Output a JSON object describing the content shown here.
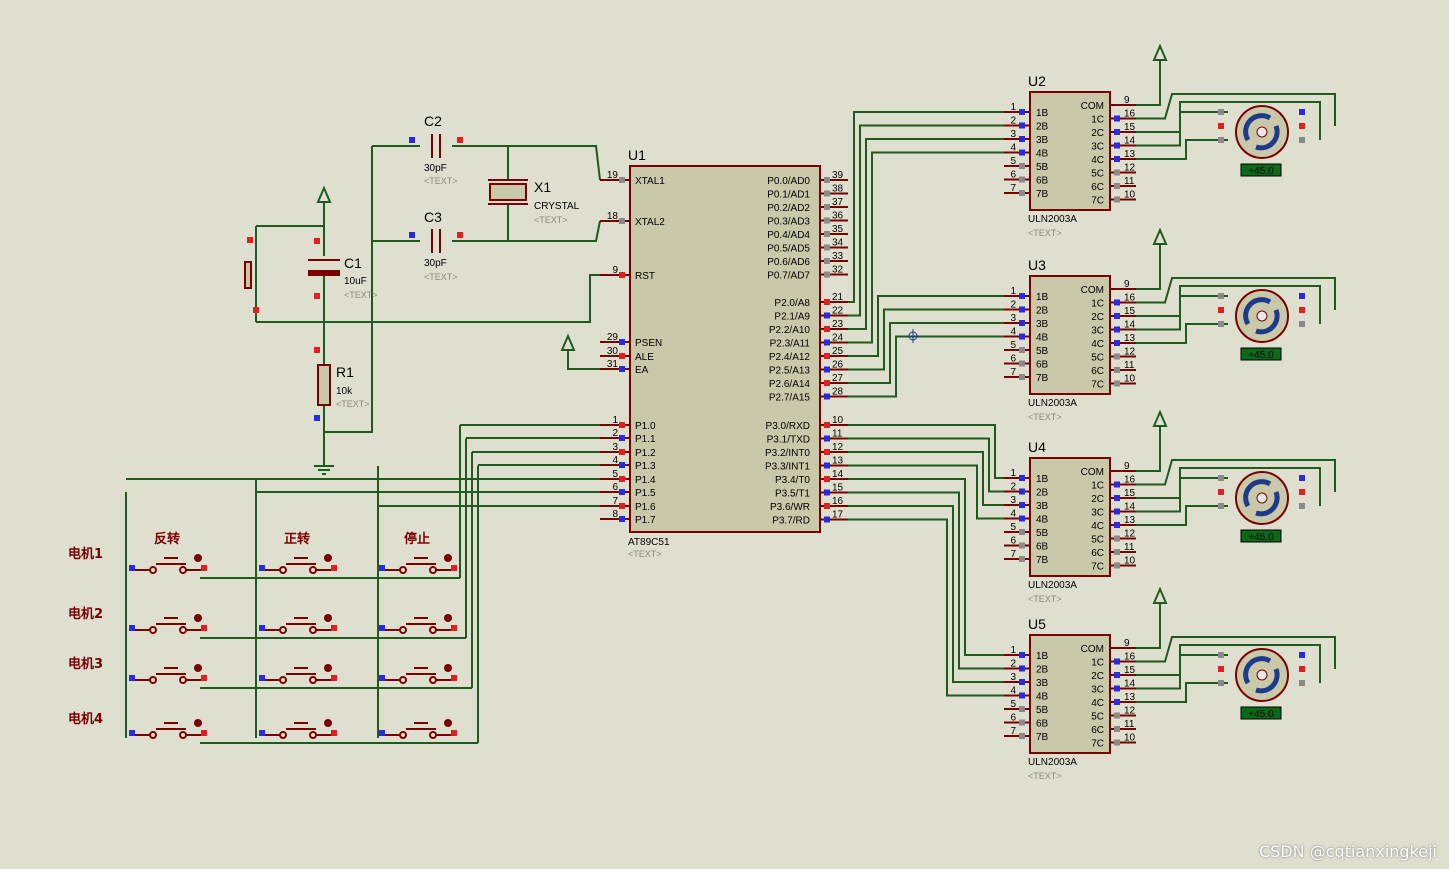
{
  "mcu": {
    "ref": "U1",
    "part": "AT89C51",
    "text": "<TEXT>",
    "left_pins": [
      {
        "num": "19",
        "name": "XTAL1"
      },
      {
        "num": "18",
        "name": "XTAL2"
      },
      {
        "num": "9",
        "name": "RST"
      },
      {
        "num": "29",
        "name": "PSEN"
      },
      {
        "num": "30",
        "name": "ALE"
      },
      {
        "num": "31",
        "name": "EA"
      },
      {
        "num": "1",
        "name": "P1.0"
      },
      {
        "num": "2",
        "name": "P1.1"
      },
      {
        "num": "3",
        "name": "P1.2"
      },
      {
        "num": "4",
        "name": "P1.3"
      },
      {
        "num": "5",
        "name": "P1.4"
      },
      {
        "num": "6",
        "name": "P1.5"
      },
      {
        "num": "7",
        "name": "P1.6"
      },
      {
        "num": "8",
        "name": "P1.7"
      }
    ],
    "right_pins": [
      {
        "num": "39",
        "name": "P0.0/AD0"
      },
      {
        "num": "38",
        "name": "P0.1/AD1"
      },
      {
        "num": "37",
        "name": "P0.2/AD2"
      },
      {
        "num": "36",
        "name": "P0.3/AD3"
      },
      {
        "num": "35",
        "name": "P0.4/AD4"
      },
      {
        "num": "34",
        "name": "P0.5/AD5"
      },
      {
        "num": "33",
        "name": "P0.6/AD6"
      },
      {
        "num": "32",
        "name": "P0.7/AD7"
      },
      {
        "num": "21",
        "name": "P2.0/A8"
      },
      {
        "num": "22",
        "name": "P2.1/A9"
      },
      {
        "num": "23",
        "name": "P2.2/A10"
      },
      {
        "num": "24",
        "name": "P2.3/A11"
      },
      {
        "num": "25",
        "name": "P2.4/A12"
      },
      {
        "num": "26",
        "name": "P2.5/A13"
      },
      {
        "num": "27",
        "name": "P2.6/A14"
      },
      {
        "num": "28",
        "name": "P2.7/A15"
      },
      {
        "num": "10",
        "name": "P3.0/RXD"
      },
      {
        "num": "11",
        "name": "P3.1/TXD"
      },
      {
        "num": "12",
        "name": "P3.2/INT0"
      },
      {
        "num": "13",
        "name": "P3.3/INT1"
      },
      {
        "num": "14",
        "name": "P3.4/T0"
      },
      {
        "num": "15",
        "name": "P3.5/T1"
      },
      {
        "num": "16",
        "name": "P3.6/WR"
      },
      {
        "num": "17",
        "name": "P3.7/RD"
      }
    ]
  },
  "passives": {
    "c1": {
      "ref": "C1",
      "value": "10uF",
      "text": "<TEXT>"
    },
    "c2": {
      "ref": "C2",
      "value": "30pF",
      "text": "<TEXT>"
    },
    "c3": {
      "ref": "C3",
      "value": "30pF",
      "text": "<TEXT>"
    },
    "x1": {
      "ref": "X1",
      "value": "CRYSTAL",
      "text": "<TEXT>"
    },
    "r1": {
      "ref": "R1",
      "value": "10k",
      "text": "<TEXT>"
    }
  },
  "drivers": [
    {
      "ref": "U2",
      "part": "ULN2003A",
      "text": "<TEXT>",
      "motor_value": "+45.0"
    },
    {
      "ref": "U3",
      "part": "ULN2003A",
      "text": "<TEXT>",
      "motor_value": "+45.0"
    },
    {
      "ref": "U4",
      "part": "ULN2003A",
      "text": "<TEXT>",
      "motor_value": "+45.0"
    },
    {
      "ref": "U5",
      "part": "ULN2003A",
      "text": "<TEXT>",
      "motor_value": "+45.0"
    }
  ],
  "uln_left": [
    {
      "num": "1",
      "name": "1B"
    },
    {
      "num": "2",
      "name": "2B"
    },
    {
      "num": "3",
      "name": "3B"
    },
    {
      "num": "4",
      "name": "4B"
    },
    {
      "num": "5",
      "name": "5B"
    },
    {
      "num": "6",
      "name": "6B"
    },
    {
      "num": "7",
      "name": "7B"
    }
  ],
  "uln_right": [
    {
      "num": "9",
      "name": "COM"
    },
    {
      "num": "16",
      "name": "1C"
    },
    {
      "num": "15",
      "name": "2C"
    },
    {
      "num": "14",
      "name": "3C"
    },
    {
      "num": "13",
      "name": "4C"
    },
    {
      "num": "12",
      "name": "5C"
    },
    {
      "num": "11",
      "name": "6C"
    },
    {
      "num": "10",
      "name": "7C"
    }
  ],
  "keypad": {
    "columns": [
      "反转",
      "正转",
      "停止"
    ],
    "rows": [
      "电机1",
      "电机2",
      "电机3",
      "电机4"
    ]
  },
  "watermark": "CSDN @cqtianxingkeji"
}
